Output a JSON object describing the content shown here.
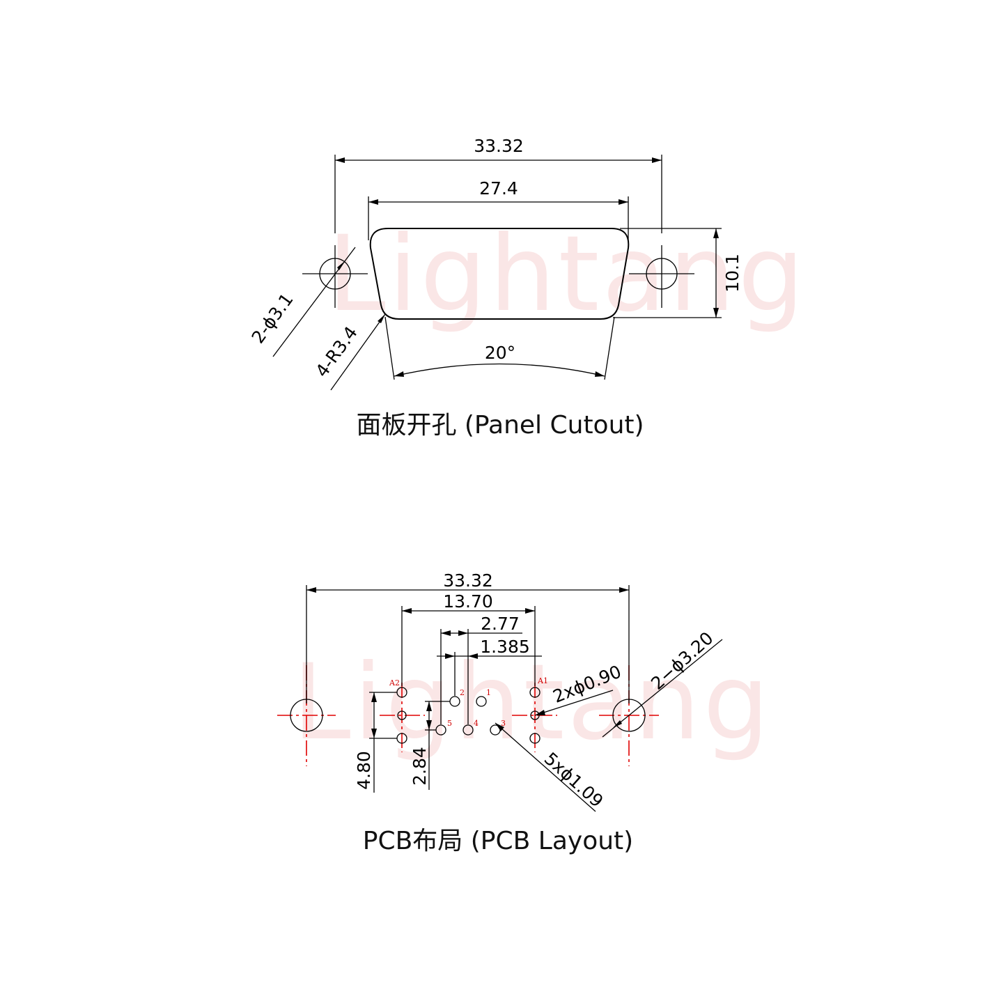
{
  "watermark": "Lightang",
  "panel": {
    "caption": "面板开孔 (Panel Cutout)",
    "dim_overall_width": "33.32",
    "dim_cutout_width": "27.4",
    "dim_height": "10.1",
    "dim_angle": "20°",
    "dim_holes": "2-ϕ3.1",
    "dim_radius": "4-R3.4"
  },
  "pcb": {
    "caption": "PCB布局 (PCB Layout)",
    "dim_overall_width": "33.32",
    "dim_a_spacing": "13.70",
    "dim_pin_pitch": "2.77",
    "dim_half_pitch": "1.385",
    "dim_row_a": "4.80",
    "dim_row_pins": "2.84",
    "dim_a_holes": "2xϕ0.90",
    "dim_pin_holes": "5xϕ1.09",
    "dim_mount_holes": "2−ϕ3.20",
    "pin_labels": {
      "a2": "A2",
      "a1": "A1",
      "p1": "1",
      "p2": "2",
      "p3": "3",
      "p4": "4",
      "p5": "5"
    }
  }
}
